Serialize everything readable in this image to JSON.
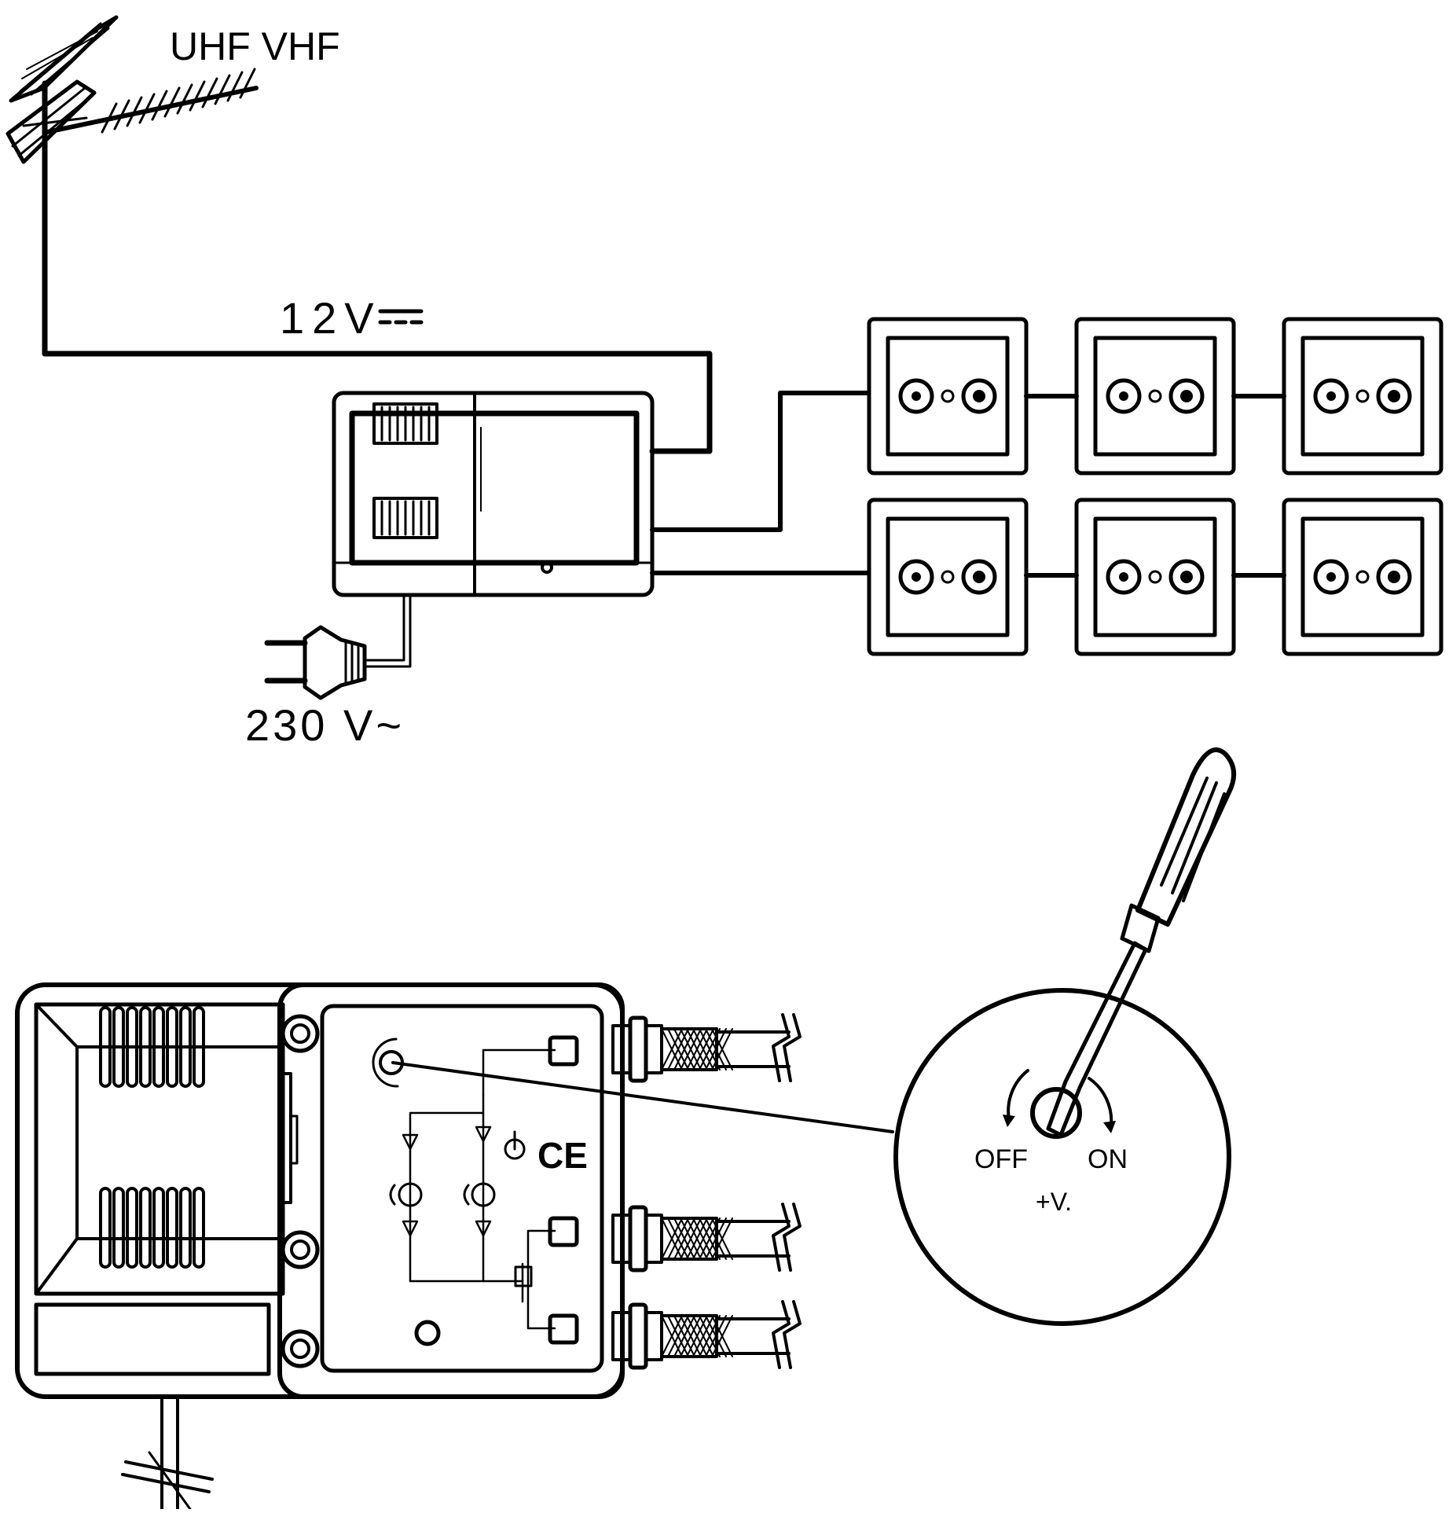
{
  "labels": {
    "antenna_bands": "UHF VHF",
    "dc_supply": "12V",
    "mains_supply": "230 V~",
    "switch_off": "OFF",
    "switch_on": "ON",
    "switch_function": "+V.",
    "ce_mark": "CE"
  },
  "icons": [
    "antenna-icon",
    "amplifier-unit-icon",
    "tv-wall-socket-icon",
    "mains-plug-icon",
    "screwdriver-icon",
    "coax-connector-icon",
    "rotate-arrow-icon"
  ],
  "colors": {
    "line": "#000000",
    "background": "#ffffff"
  }
}
